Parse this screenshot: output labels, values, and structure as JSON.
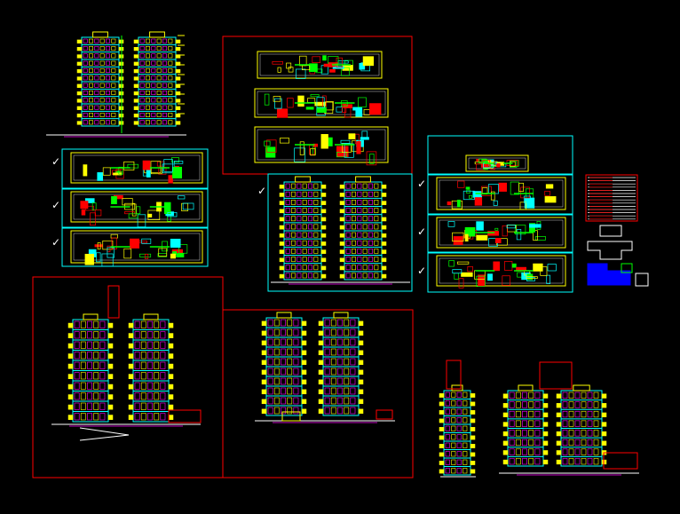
{
  "drawing": {
    "background": "#000000",
    "colors": {
      "frame_red": "#ff0000",
      "frame_cyan": "#00ffff",
      "wall_yellow": "#ffff00",
      "window_cyan": "#00ffff",
      "detail_green": "#00ff00",
      "mark_white": "#ffffff",
      "accent_blue": "#0000ff",
      "accent_magenta": "#ff00ff"
    },
    "check_mark": "✓",
    "sheets": [
      {
        "name": "elevation-top-left",
        "kind": "elevation",
        "floors": 12
      },
      {
        "name": "plans-top-center",
        "kind": "floor-plans",
        "plans": 3
      },
      {
        "name": "plans-left-cyan",
        "kind": "floor-plans",
        "plans": 3
      },
      {
        "name": "elevation-center-cyan",
        "kind": "elevation",
        "floors": 12
      },
      {
        "name": "plans-right-cyan",
        "kind": "floor-plans",
        "plans": 4
      },
      {
        "name": "schedule-table",
        "kind": "table",
        "rows": 14
      },
      {
        "name": "key-plan",
        "kind": "key-plan"
      },
      {
        "name": "elevation-bottom-left-red",
        "kind": "elevation",
        "floors": 10
      },
      {
        "name": "elevation-bottom-center-red",
        "kind": "elevation",
        "floors": 10
      },
      {
        "name": "section-narrow",
        "kind": "section",
        "floors": 10
      },
      {
        "name": "elevation-bottom-right",
        "kind": "elevation",
        "floors": 8
      }
    ]
  }
}
